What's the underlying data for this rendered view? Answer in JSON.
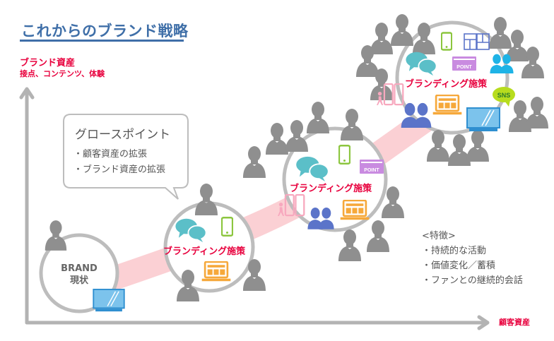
{
  "title": "これからのブランド戦略",
  "axes": {
    "y_title": "ブランド資産",
    "y_subtitle": "接点、コンテンツ、体験",
    "x_label": "顧客資産"
  },
  "callout": {
    "title": "グロースポイント",
    "items": [
      "・顧客資産の拡張",
      "・ブランド資産の拡張"
    ]
  },
  "stages": [
    {
      "label_line1": "BRAND",
      "label_line2": "現状"
    },
    {
      "label": "ブランディング施策"
    },
    {
      "label": "ブランディング施策"
    },
    {
      "label": "ブランディング施策"
    }
  ],
  "features": {
    "heading": "<特徴>",
    "items": [
      "・持続的な活動",
      "・価値変化／蓄積",
      "・ファンとの継続的会話"
    ]
  },
  "icons": {
    "point_text": "POINT",
    "sns_text": "SNS"
  },
  "colors": {
    "title_blue": "#3f6fa8",
    "accent_red": "#e8003d",
    "person_gray": "#8f8f8f",
    "ring_gray": "#bdbdbd",
    "path_pink": "#fbd0d4",
    "chat_teal": "#5bbfc8",
    "phone_green": "#8cc63f",
    "laptop_orange": "#f6a83a",
    "monitor_blue": "#4aa3df",
    "point_purple": "#c98be0",
    "group_blue": "#5b74c9",
    "cyan_group": "#1eb3e6",
    "sns_lime": "#b7dc1e",
    "tablet_pink": "#f7a8be"
  }
}
